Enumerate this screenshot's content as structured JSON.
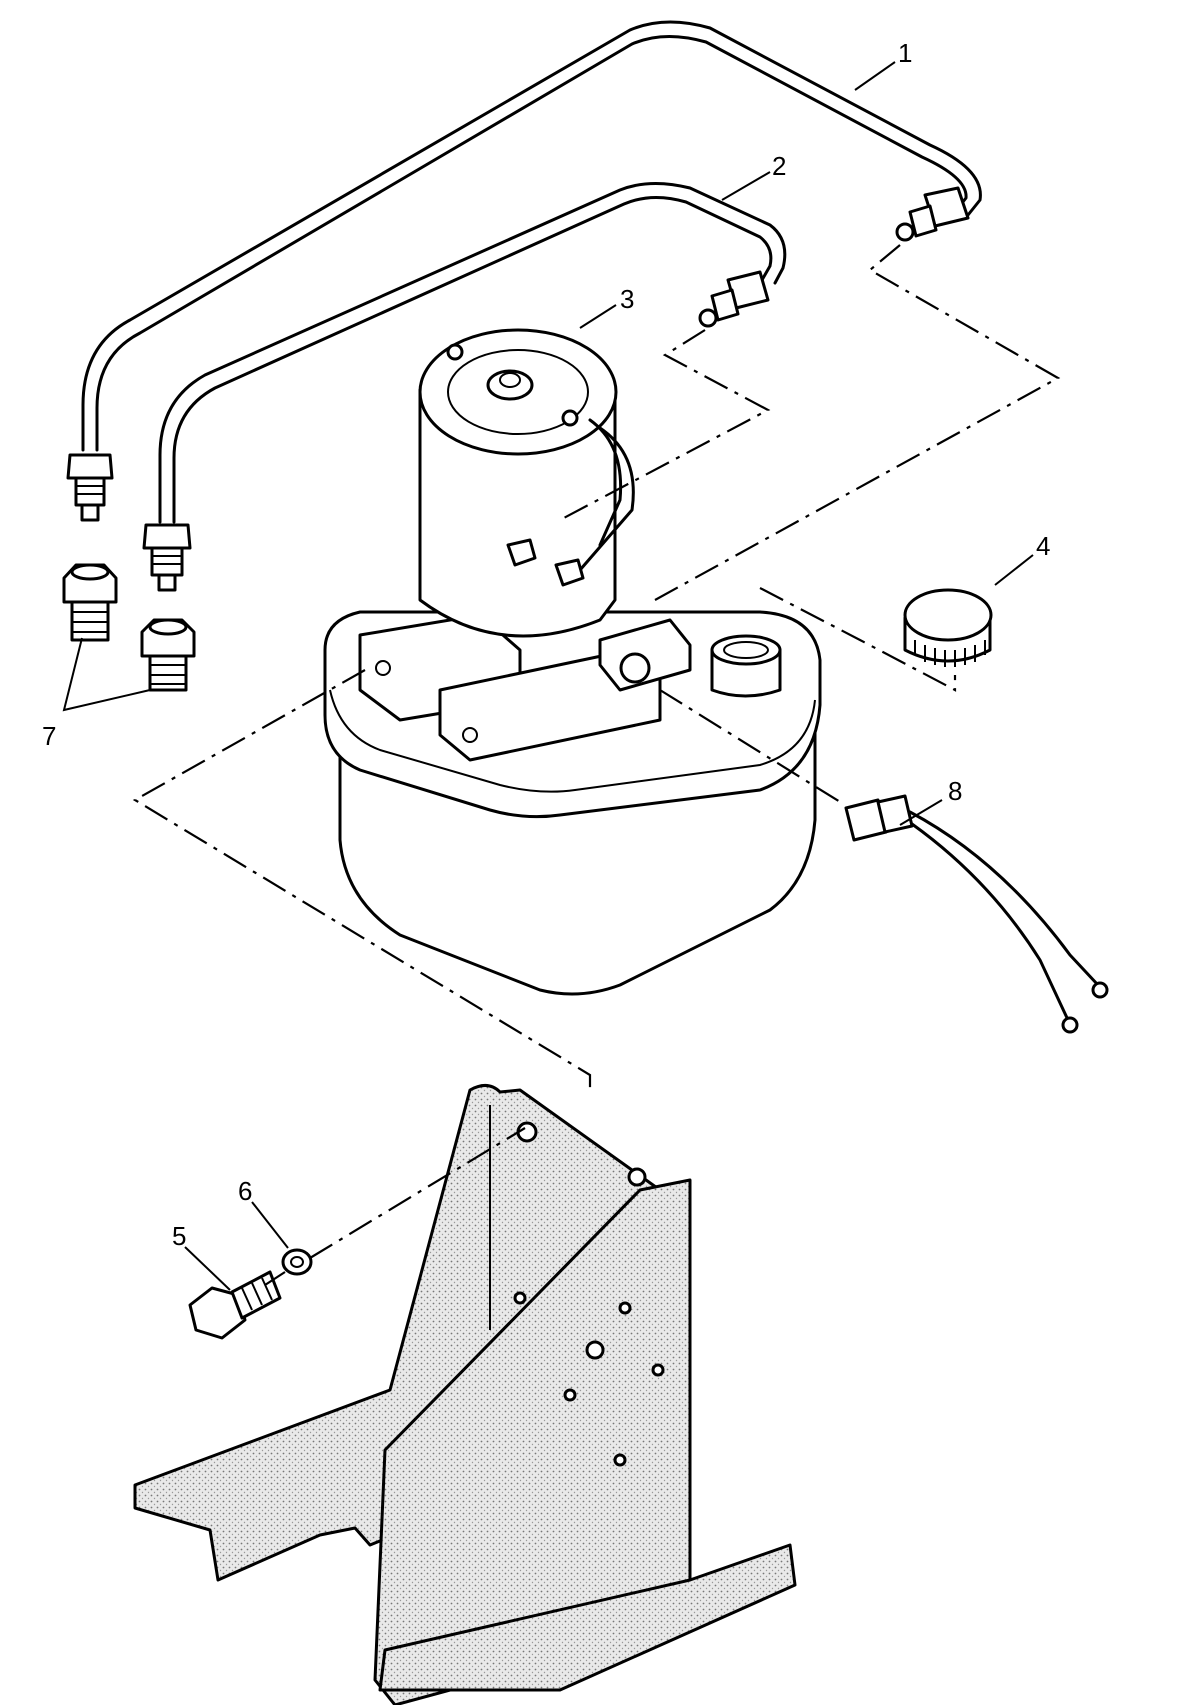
{
  "callouts": [
    "1",
    "2",
    "3",
    "4",
    "5",
    "6",
    "7",
    "8"
  ]
}
